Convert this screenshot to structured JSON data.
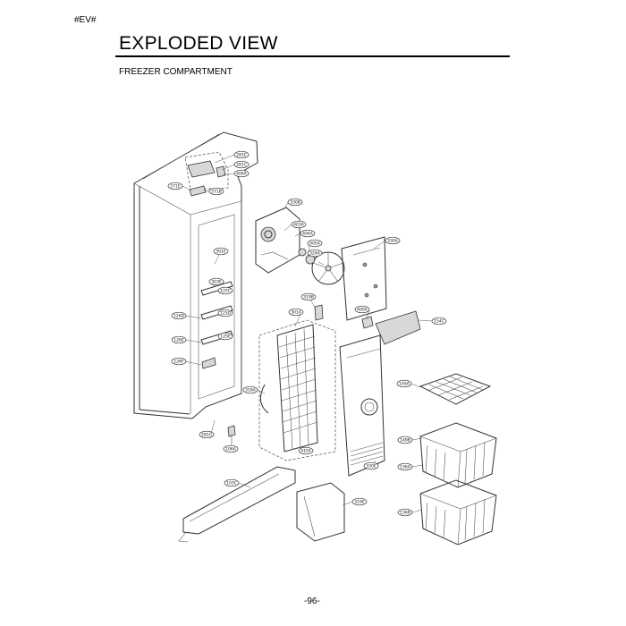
{
  "header": {
    "tag": "#EV#",
    "title": "EXPLODED VIEW",
    "subtitle": "FREEZER COMPARTMENT"
  },
  "footer": {
    "page_number": "-96-"
  },
  "callouts": [
    {
      "id": "c-281e",
      "label": "281E"
    },
    {
      "id": "c-281c",
      "label": "281C"
    },
    {
      "id": "c-406a",
      "label": "406A"
    },
    {
      "id": "c-271e",
      "label": "271E"
    },
    {
      "id": "c-271b",
      "label": "271B"
    },
    {
      "id": "c-330b",
      "label": "330B"
    },
    {
      "id": "c-403a",
      "label": "403A"
    },
    {
      "id": "c-404a",
      "label": "404A"
    },
    {
      "id": "c-405a",
      "label": "405A"
    },
    {
      "id": "c-330a",
      "label": "330A"
    },
    {
      "id": "c-329a",
      "label": "329A"
    },
    {
      "id": "c-301e",
      "label": "301E"
    },
    {
      "id": "c-303e",
      "label": "303E"
    },
    {
      "id": "c-125c",
      "label": "125C"
    },
    {
      "id": "c-125d",
      "label": "125D"
    },
    {
      "id": "c-125e",
      "label": "125E"
    },
    {
      "id": "c-126d",
      "label": "126D"
    },
    {
      "id": "c-126e",
      "label": "126E"
    },
    {
      "id": "c-126f",
      "label": "126F"
    },
    {
      "id": "c-319b",
      "label": "319B"
    },
    {
      "id": "c-301a",
      "label": "301A"
    },
    {
      "id": "c-400a",
      "label": "400A"
    },
    {
      "id": "c-154c",
      "label": "154C"
    },
    {
      "id": "c-149a",
      "label": "149A"
    },
    {
      "id": "c-318a",
      "label": "318A"
    },
    {
      "id": "c-410a",
      "label": "410A"
    },
    {
      "id": "c-281g",
      "label": "281G"
    },
    {
      "id": "c-106a",
      "label": "106A"
    },
    {
      "id": "c-149b",
      "label": "149B"
    },
    {
      "id": "c-136a",
      "label": "136A"
    },
    {
      "id": "c-136b",
      "label": "136B"
    },
    {
      "id": "c-330e",
      "label": "330E"
    },
    {
      "id": "c-103c",
      "label": "103C"
    },
    {
      "id": "c-319e",
      "label": "319E"
    }
  ]
}
